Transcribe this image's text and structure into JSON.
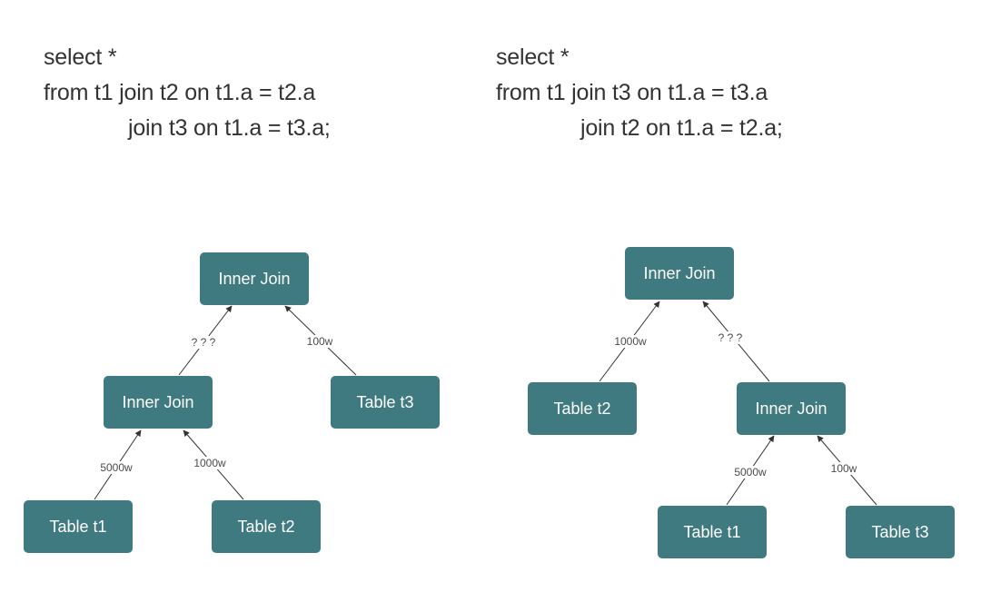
{
  "queries": {
    "left": {
      "line1": "select *",
      "line2": "from t1 join t2 on t1.a = t2.a",
      "line3": "join t3 on t1.a = t3.a;"
    },
    "right": {
      "line1": "select *",
      "line2": "from t1 join t3 on t1.a = t3.a",
      "line3": "join t2 on t1.a = t2.a;"
    }
  },
  "colors": {
    "node_fill": "#3f7a80",
    "node_text": "#ffffff",
    "edge": "#333333"
  },
  "trees": {
    "left": {
      "root": "Inner Join",
      "inner_join": "Inner Join",
      "table_t3": "Table t3",
      "table_t1": "Table t1",
      "table_t2": "Table t2",
      "edge_inner_to_root": "? ? ?",
      "edge_t3_to_root": "100w",
      "edge_t1_to_inner": "5000w",
      "edge_t2_to_inner": "1000w"
    },
    "right": {
      "root": "Inner Join",
      "table_t2": "Table t2",
      "inner_join": "Inner Join",
      "table_t1": "Table t1",
      "table_t3": "Table t3",
      "edge_t2_to_root": "1000w",
      "edge_inner_to_root": "? ? ?",
      "edge_t1_to_inner": "5000w",
      "edge_t3_to_inner": "100w"
    }
  }
}
